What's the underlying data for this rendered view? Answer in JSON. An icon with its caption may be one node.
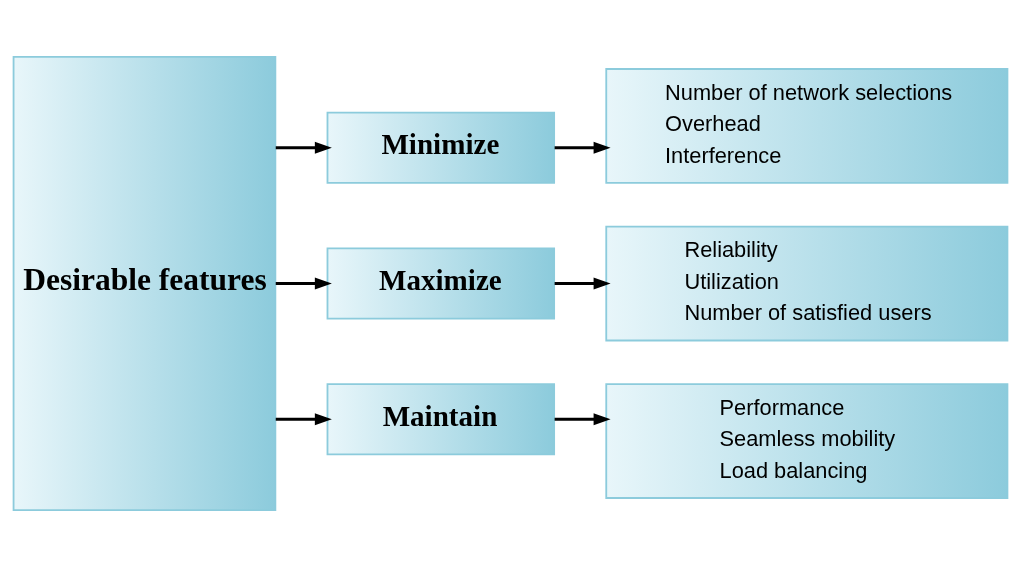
{
  "diagram": {
    "nodes": [
      {
        "text": [
          "Desirable features"
        ]
      },
      {
        "text": [
          "Minimize"
        ]
      },
      {
        "text": [
          "Maximize"
        ]
      },
      {
        "text": [
          "Maintain"
        ]
      },
      {
        "text": [
          "Number of network selections",
          "Overhead",
          "Interference"
        ]
      },
      {
        "text": [
          "Reliability",
          "Utilization",
          "Number of satisfied users"
        ]
      },
      {
        "text": [
          "Performance",
          "Seamless mobility",
          "Load balancing"
        ]
      }
    ],
    "edges": [
      {
        "from": 0,
        "to": 1,
        "arrow": "to"
      },
      {
        "from": 0,
        "to": 2,
        "arrow": "to"
      },
      {
        "from": 0,
        "to": 3,
        "arrow": "to"
      },
      {
        "from": 1,
        "to": 4,
        "arrow": "to"
      },
      {
        "from": 2,
        "to": 5,
        "arrow": "to"
      },
      {
        "from": 3,
        "to": 6,
        "arrow": "to"
      }
    ]
  }
}
